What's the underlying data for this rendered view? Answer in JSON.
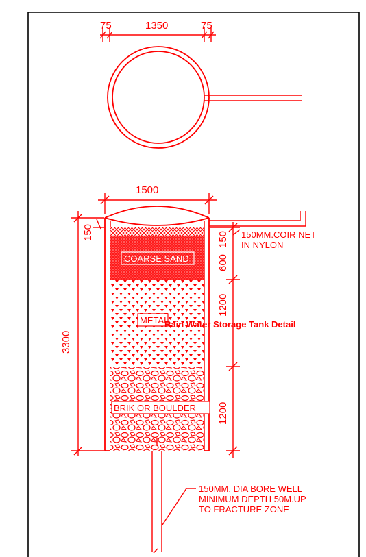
{
  "title": "Rain Water Storage Tank Detail",
  "colors": {
    "line": "#ff0000",
    "frame": "#000000",
    "background": "#ffffff"
  },
  "plan": {
    "dims": {
      "left": "75",
      "middle": "1350",
      "right": "75"
    }
  },
  "section": {
    "width_dim": "1500",
    "height_dim": "3300",
    "top_dim": "150",
    "layer_dims": {
      "coir": "150",
      "sand": "600",
      "metal": "1200",
      "boulder": "1200"
    },
    "layers": {
      "coir_label_line1": "150MM.COIR NET",
      "coir_label_line2": "IN NYLON",
      "sand_label": "COARSE SAND",
      "metal_label": "METAL",
      "boulder_label": "BRIK OR BOULDER"
    }
  },
  "bore_note": {
    "line1": "150MM. DIA BORE WELL",
    "line2": "MINIMUM DEPTH 50M.UP",
    "line3": "TO FRACTURE ZONE"
  }
}
